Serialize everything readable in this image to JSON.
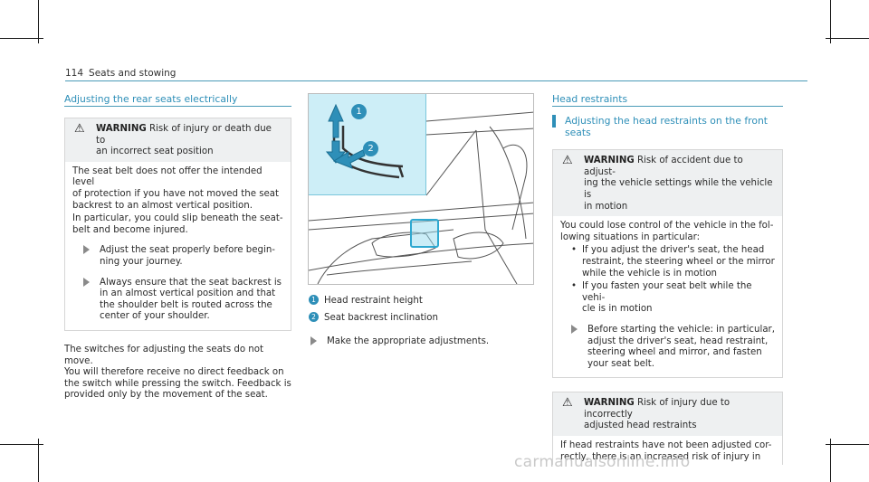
{
  "header": {
    "page_number": "114",
    "section": "Seats and stowing"
  },
  "col1": {
    "title": "Adjusting the rear seats electrically",
    "warning": {
      "label": "WARNING",
      "headline_1": "Risk of injury or death due to",
      "headline_2": "an incorrect seat position",
      "body": [
        "The seat belt does not offer the intended level",
        "of protection if you have not moved the seat",
        "backrest to an almost vertical position.",
        "In particular, you could slip beneath the seat-",
        "belt and become injured."
      ],
      "steps": [
        [
          "Adjust the seat properly before begin-",
          "ning your journey."
        ],
        [
          "Always ensure that the seat backrest is",
          "in an almost vertical position and that",
          "the shoulder belt is routed across the",
          "center of your shoulder."
        ]
      ]
    },
    "paragraph": [
      "The switches for adjusting the seats do not move.",
      "You will therefore receive no direct feedback on",
      "the switch while pressing the switch. Feedback is",
      "provided only by the movement of the seat."
    ]
  },
  "col2": {
    "callout_1": "1",
    "callout_2": "2",
    "legend": [
      {
        "num": "1",
        "text": "Head restraint height"
      },
      {
        "num": "2",
        "text": "Seat backrest inclination"
      }
    ],
    "step": "Make the appropriate adjustments."
  },
  "col3": {
    "title": "Head restraints",
    "subtitle": "Adjusting the head restraints on the front seats",
    "warning1": {
      "label": "WARNING",
      "headline": [
        "Risk of accident due to adjust-",
        "ing the vehicle settings while the vehicle is",
        "in motion"
      ],
      "body": [
        "You could lose control of the vehicle in the fol-",
        "lowing situations in particular:"
      ],
      "bullets": [
        [
          "If you adjust the driver's seat, the head",
          "restraint, the steering wheel or the mirror",
          "while the vehicle is in motion"
        ],
        [
          "If you fasten your seat belt while the vehi-",
          "cle is in motion"
        ]
      ],
      "step": [
        "Before starting the vehicle: in particular,",
        "adjust the driver's seat, head restraint,",
        "steering wheel and mirror, and fasten",
        "your seat belt."
      ]
    },
    "warning2": {
      "label": "WARNING",
      "headline": [
        "Risk of injury due to incorrectly",
        "adjusted head restraints"
      ],
      "body": [
        "If head restraints have not been adjusted cor-",
        "rectly, there is an increased risk of injury in"
      ]
    }
  },
  "watermark": "carmanualsonline.info",
  "colors": {
    "accent": "#2e8fb8",
    "inset_bg": "#cdeef7",
    "warning_bg": "#eef0f1"
  }
}
